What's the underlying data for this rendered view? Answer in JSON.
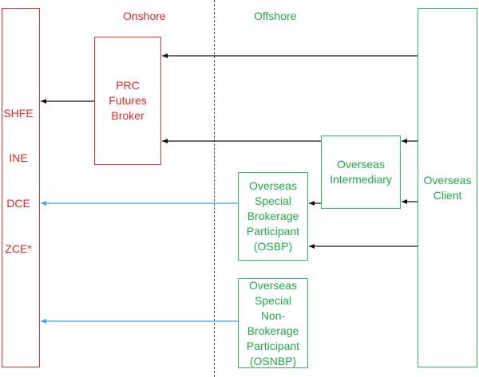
{
  "zones": {
    "onshore": "Onshore",
    "offshore": "Offshore"
  },
  "exchanges": [
    "SHFE",
    "INE",
    "DCE",
    "ZCE*"
  ],
  "boxes": {
    "prc_broker": "PRC\nFutures\nBroker",
    "overseas_intermediary": "Overseas\nIntermediary",
    "overseas_client": "Overseas\nClient",
    "osbp": "Overseas\nSpecial\nBrokerage\nParticipant\n(OSBP)",
    "osnbp": "Overseas\nSpecial\nNon-\nBrokerage\nParticipant\n(OSNBP)"
  },
  "colors": {
    "onshore": "#e42828",
    "offshore": "#21a84a",
    "arrow_black": "#111111",
    "arrow_blue": "#3aa9e0"
  }
}
